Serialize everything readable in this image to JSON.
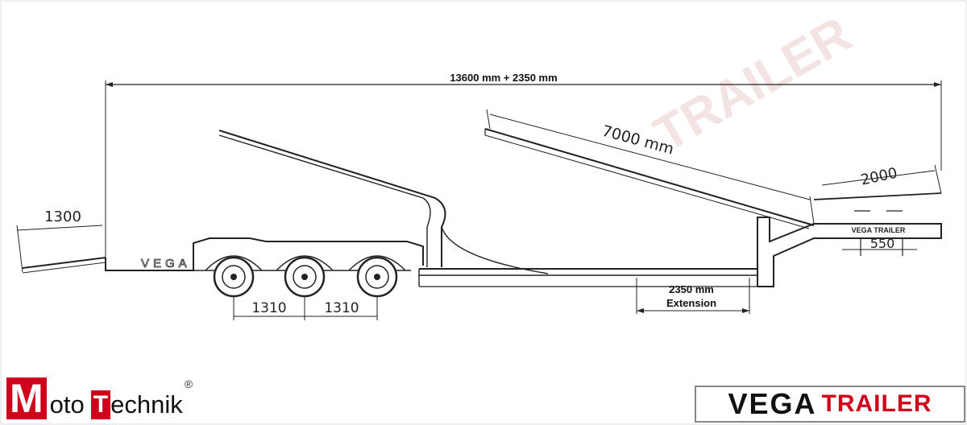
{
  "dimensions": {
    "overall": "13600 mm + 2350 mm",
    "ramp_length": "7000 mm",
    "rear_ramp": "2000",
    "front_ramp": "1300",
    "axle_spacing_1": "1310",
    "axle_spacing_2": "1310",
    "extension_value": "2350 mm",
    "extension_label": "Extension",
    "rear_offset": "550"
  },
  "trailer_markings": {
    "side_brand": "VEGA",
    "rear_brand": "VEGA TRAILER"
  },
  "watermark": "TRAILER",
  "logos": {
    "mototechnik": {
      "m": "M",
      "oto": "oto",
      "t": "T",
      "echnik": "echnik",
      "reg": "®"
    },
    "vega_trailer": {
      "vega": "VEGA",
      "trailer": "TRAILER"
    }
  },
  "colors": {
    "brand_red": "#d0021b",
    "line": "#222222"
  }
}
